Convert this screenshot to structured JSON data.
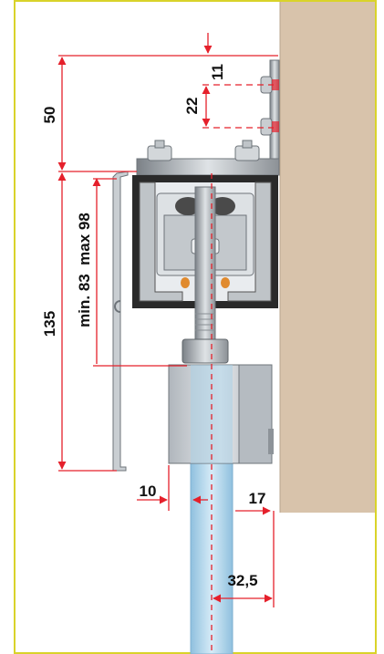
{
  "frame": {
    "border_color": "#d9d32a"
  },
  "colors": {
    "wall": "#d8c3ab",
    "dimension": "#e5202b",
    "glass": "#a9cfe6",
    "profile": "#9aa0a6",
    "profile_dark": "#2a2a2a"
  },
  "dimensions": {
    "d11": "11",
    "d22": "22",
    "d50": "50",
    "d135": "135",
    "adjust": "min. 83  max 98",
    "d10": "10",
    "d17": "17",
    "d32_5": "32,5"
  }
}
